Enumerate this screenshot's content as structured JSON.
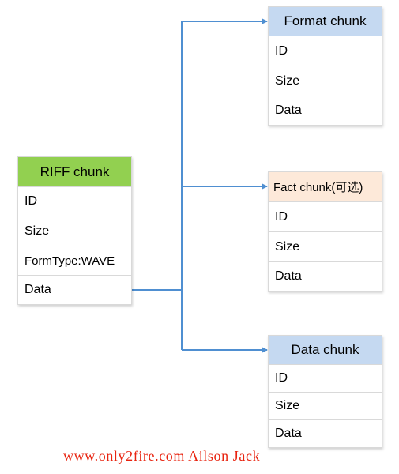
{
  "colors": {
    "riff_header": "#92d050",
    "format_header": "#c5d9f1",
    "fact_header": "#fde9d9",
    "data_header": "#c5d9f1",
    "connector": "#4f8fd1",
    "watermark": "#e8230f"
  },
  "riff": {
    "title": "RIFF chunk",
    "fields": [
      "ID",
      "Size",
      "FormType:WAVE",
      "Data"
    ]
  },
  "format_chunk": {
    "title": "Format chunk",
    "fields": [
      "ID",
      "Size",
      "Data"
    ]
  },
  "fact_chunk": {
    "title": "Fact chunk(可选)",
    "fields": [
      "ID",
      "Size",
      "Data"
    ]
  },
  "data_chunk": {
    "title": "Data chunk",
    "fields": [
      "ID",
      "Size",
      "Data"
    ]
  },
  "watermark": "www.only2fire.com Ailson Jack"
}
